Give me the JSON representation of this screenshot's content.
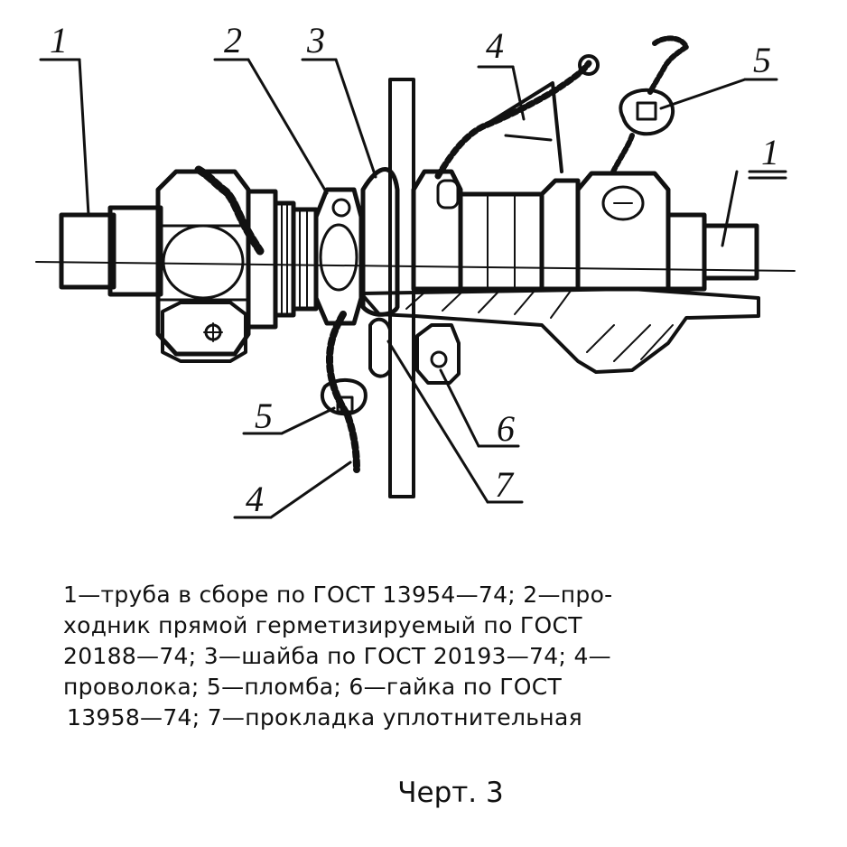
{
  "callouts": {
    "left_tube": "1",
    "passthrough": "2",
    "washer": "3",
    "wire_top": "4",
    "seal_top": "5",
    "right_tube": "1",
    "seal_bottom": "5",
    "wire_bottom": "4",
    "nut": "6",
    "gasket": "7"
  },
  "caption": {
    "items": [
      {
        "num": "1",
        "text": "—труба в сборе по ГОСТ 13954—74; "
      },
      {
        "num": "2",
        "text": "—про-ходник прямой герметизируемый по ГОСТ 20188—74; "
      },
      {
        "num": "3",
        "text": "—шайба по ГОСТ 20193—74; "
      },
      {
        "num": "4",
        "text": "—проволока; "
      },
      {
        "num": "5",
        "text": "—пломба; "
      },
      {
        "num": "6",
        "text": "—гайка по ГОСТ 13958—74; "
      },
      {
        "num": "7",
        "text": "—прокладка уплотнительная"
      }
    ],
    "lines": [
      "1—труба в сборе по ГОСТ 13954—74; 2—про-",
      "ходник прямой   герметизируемый по ГОСТ",
      "20188—74;  3—шайба по ГОСТ 20193—74; 4—",
      "проволока;   5—пломба; 6—гайка по  ГОСТ",
      "13958—74; 7—прокладка уплотнительная"
    ]
  },
  "figure_label": "Черт. 3",
  "colors": {
    "ink": "#111111",
    "paper": "#ffffff"
  }
}
